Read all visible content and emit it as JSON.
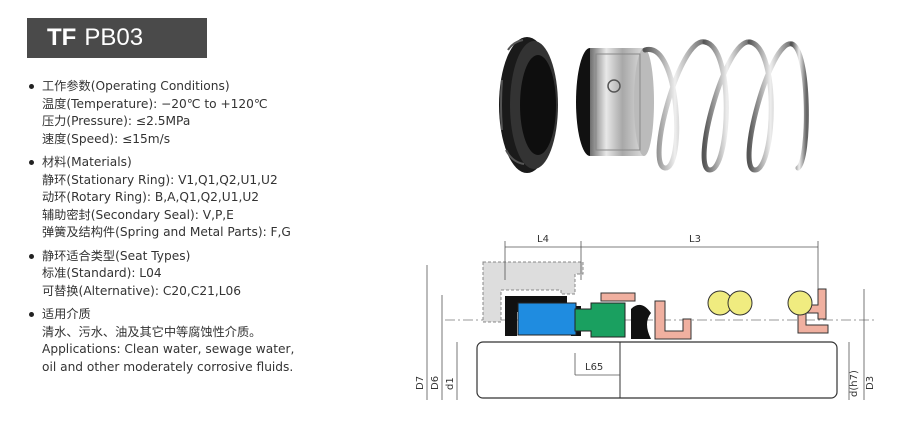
{
  "title": {
    "brand": "TF",
    "model": "PB03"
  },
  "sections": [
    {
      "heading": "工作参数(Operating Conditions)",
      "lines": [
        "温度(Temperature): −20℃ to +120℃",
        "压力(Pressure): ≤2.5MPa",
        "速度(Speed): ≤15m/s"
      ]
    },
    {
      "heading": "材料(Materials)",
      "lines": [
        "静环(Stationary Ring): V1,Q1,Q2,U1,U2",
        "动环(Rotary Ring): B,A,Q1,Q2,U1,U2",
        "辅助密封(Secondary Seal): V,P,E",
        "弹簧及结构件(Spring and Metal Parts): F,G"
      ]
    },
    {
      "heading": "静环适合类型(Seat Types)",
      "lines": [
        "标准(Standard): L04",
        "可替换(Alternative): C20,C21,L06"
      ]
    },
    {
      "heading": "适用介质",
      "lines": [
        "清水、污水、油及其它中等腐蚀性介质。",
        "Applications: Clean water, sewage water,",
        "oil and other moderately corrosive fluids."
      ]
    }
  ],
  "drawing": {
    "dims": {
      "l4": "L4",
      "l3": "L3",
      "l65": "L65",
      "d7": "D7",
      "d6": "D6",
      "d1": "d1",
      "dh7": "d(h7)",
      "d3": "D3"
    },
    "colors": {
      "seat": "#1f8ce0",
      "rotary_ring": "#1aa060",
      "spring": "#f0ec80",
      "retainer": "#f0b0a0",
      "elastomer": "#111111",
      "housing": "#d0d0d0"
    }
  }
}
